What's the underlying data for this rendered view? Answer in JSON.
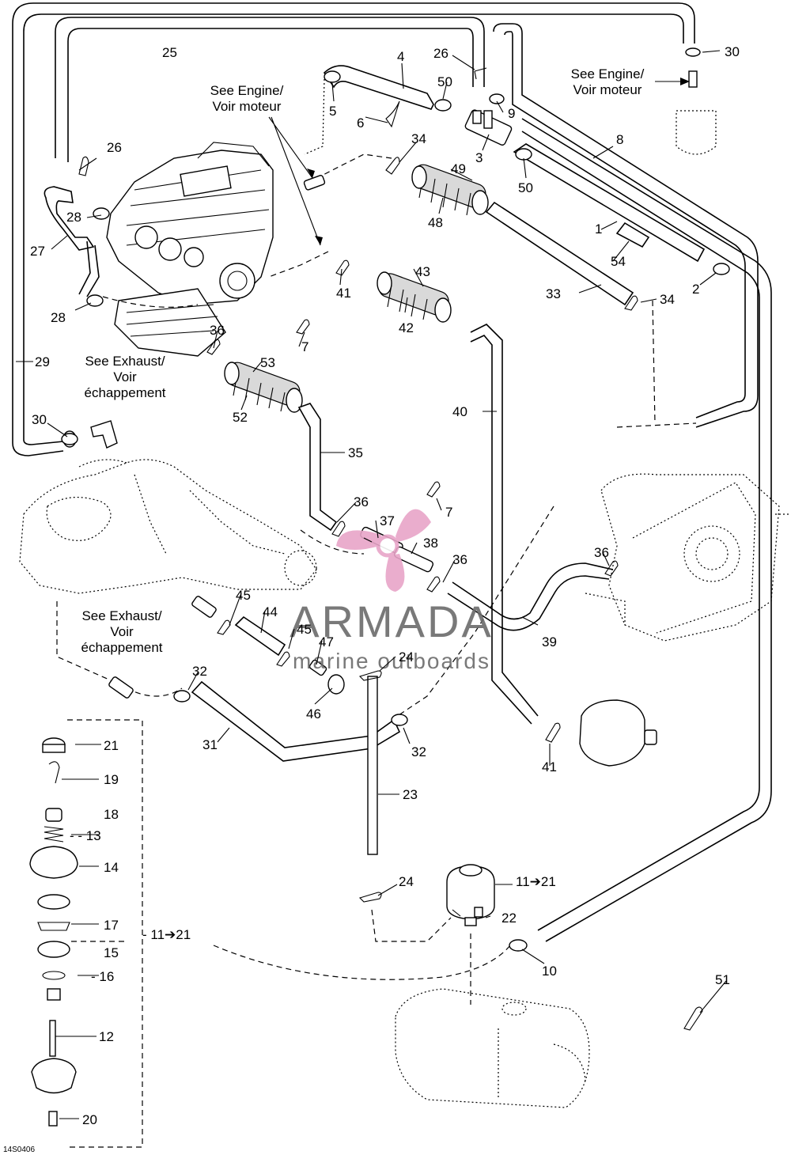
{
  "diagram": {
    "drawing_code": "14S0406",
    "notes": {
      "engine_top": [
        "See Engine/",
        "Voir moteur"
      ],
      "engine_mid": [
        "See Engine/",
        "Voir moteur"
      ],
      "exhaust_upper": [
        "See Exhaust/",
        "Voir",
        "échappement"
      ],
      "exhaust_lower": [
        "See Exhaust/",
        "Voir",
        "échappement"
      ]
    },
    "callouts": [
      {
        "id": "c1",
        "text": "1"
      },
      {
        "id": "c2",
        "text": "2"
      },
      {
        "id": "c3",
        "text": "3"
      },
      {
        "id": "c4",
        "text": "4"
      },
      {
        "id": "c5",
        "text": "5"
      },
      {
        "id": "c6",
        "text": "6"
      },
      {
        "id": "c7a",
        "text": "7"
      },
      {
        "id": "c7b",
        "text": "7"
      },
      {
        "id": "c8",
        "text": "8"
      },
      {
        "id": "c9",
        "text": "9"
      },
      {
        "id": "c10",
        "text": "10"
      },
      {
        "id": "c11a",
        "text": "11➔21"
      },
      {
        "id": "c11b",
        "text": "- 11➔21"
      },
      {
        "id": "c12",
        "text": "12"
      },
      {
        "id": "c13",
        "text": "- - 13"
      },
      {
        "id": "c14",
        "text": "14"
      },
      {
        "id": "c15",
        "text": "15"
      },
      {
        "id": "c16",
        "text": "- 16"
      },
      {
        "id": "c17",
        "text": "17"
      },
      {
        "id": "c18",
        "text": "18"
      },
      {
        "id": "c19",
        "text": "19"
      },
      {
        "id": "c20",
        "text": "20"
      },
      {
        "id": "c21",
        "text": "21"
      },
      {
        "id": "c22",
        "text": "22"
      },
      {
        "id": "c23",
        "text": "23"
      },
      {
        "id": "c24a",
        "text": "24"
      },
      {
        "id": "c24b",
        "text": "24"
      },
      {
        "id": "c25",
        "text": "25"
      },
      {
        "id": "c26a",
        "text": "26"
      },
      {
        "id": "c26b",
        "text": "26"
      },
      {
        "id": "c27",
        "text": "27"
      },
      {
        "id": "c28a",
        "text": "28"
      },
      {
        "id": "c28b",
        "text": "28"
      },
      {
        "id": "c29",
        "text": "29"
      },
      {
        "id": "c30a",
        "text": "30"
      },
      {
        "id": "c30b",
        "text": "30"
      },
      {
        "id": "c31",
        "text": "31"
      },
      {
        "id": "c32a",
        "text": "32"
      },
      {
        "id": "c32b",
        "text": "32"
      },
      {
        "id": "c33",
        "text": "33"
      },
      {
        "id": "c34a",
        "text": "34"
      },
      {
        "id": "c34b",
        "text": "34"
      },
      {
        "id": "c35",
        "text": "35"
      },
      {
        "id": "c36a",
        "text": "36"
      },
      {
        "id": "c36b",
        "text": "36"
      },
      {
        "id": "c36c",
        "text": "36"
      },
      {
        "id": "c36d",
        "text": "36"
      },
      {
        "id": "c37",
        "text": "37"
      },
      {
        "id": "c38",
        "text": "38"
      },
      {
        "id": "c39",
        "text": "39"
      },
      {
        "id": "c40",
        "text": "40"
      },
      {
        "id": "c41a",
        "text": "41"
      },
      {
        "id": "c41b",
        "text": "41"
      },
      {
        "id": "c42",
        "text": "42"
      },
      {
        "id": "c43",
        "text": "43"
      },
      {
        "id": "c44",
        "text": "44"
      },
      {
        "id": "c45a",
        "text": "45"
      },
      {
        "id": "c45b",
        "text": "45"
      },
      {
        "id": "c46",
        "text": "46"
      },
      {
        "id": "c47",
        "text": "47"
      },
      {
        "id": "c48",
        "text": "48"
      },
      {
        "id": "c49",
        "text": "49"
      },
      {
        "id": "c50a",
        "text": "50"
      },
      {
        "id": "c50b",
        "text": "50"
      },
      {
        "id": "c51",
        "text": "51"
      },
      {
        "id": "c52",
        "text": "52"
      },
      {
        "id": "c53",
        "text": "53"
      },
      {
        "id": "c54",
        "text": "54"
      }
    ]
  },
  "watermark": {
    "brand": "ARMADA",
    "tagline": "marine outboards",
    "logo_color": "#e8a5c8"
  }
}
